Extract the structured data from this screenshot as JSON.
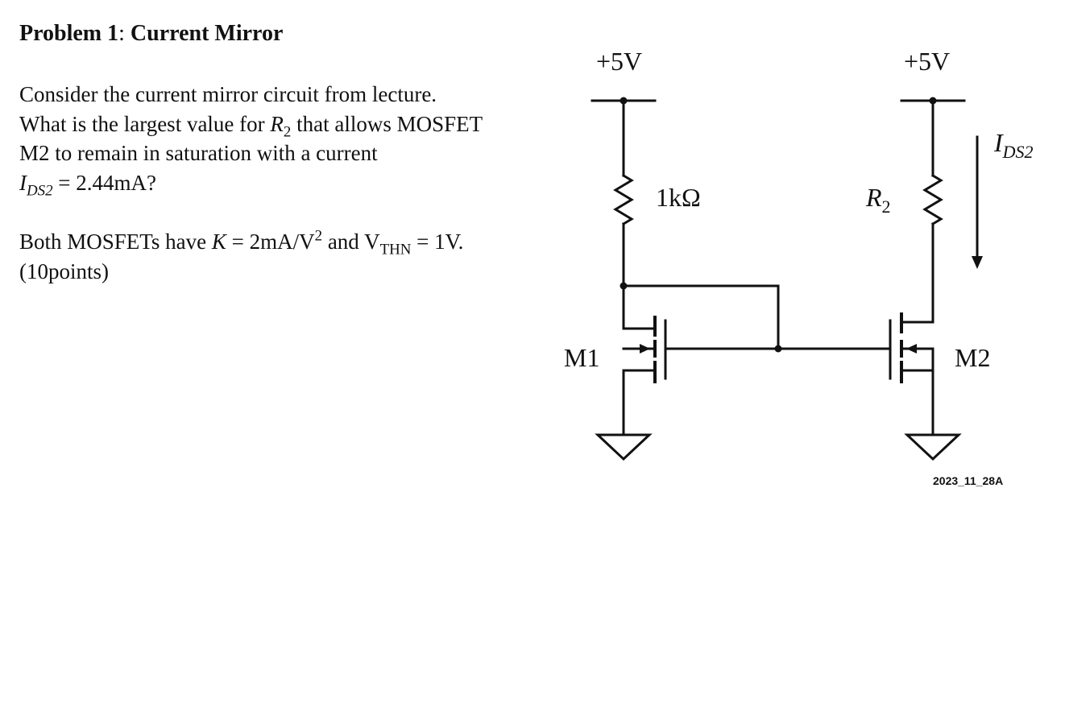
{
  "problem": {
    "title_bold_1": "Problem 1",
    "title_colon": ":",
    "title_bold_2": "Current Mirror",
    "q_line1": "Consider the current mirror circuit from lecture.",
    "q_line2_a": "What is the largest value for ",
    "q_line2_var": "R",
    "q_line2_sub": "2",
    "q_line2_b": " that allows MOSFET",
    "q_line3": "M2 to remain in saturation with a current",
    "q_line4_var": "I",
    "q_line4_sub": "DS2",
    "q_line4_rest": " = 2.44mA?",
    "p2_a": "Both MOSFETs have ",
    "p2_k": "K",
    "p2_b": " = 2mA/V",
    "p2_sup": "2",
    "p2_c": " and V",
    "p2_sub": "THN",
    "p2_d": " = 1V.",
    "p2_line2": "(10points)"
  },
  "circuit": {
    "supply_left": "+5V",
    "supply_right": "+5V",
    "r1_value": "1kΩ",
    "r2_var": "R",
    "r2_sub": "2",
    "m1_label": "M1",
    "m2_label": "M2",
    "current_var": "I",
    "current_sub": "DS2",
    "diagram_id": "2023_11_28A"
  }
}
